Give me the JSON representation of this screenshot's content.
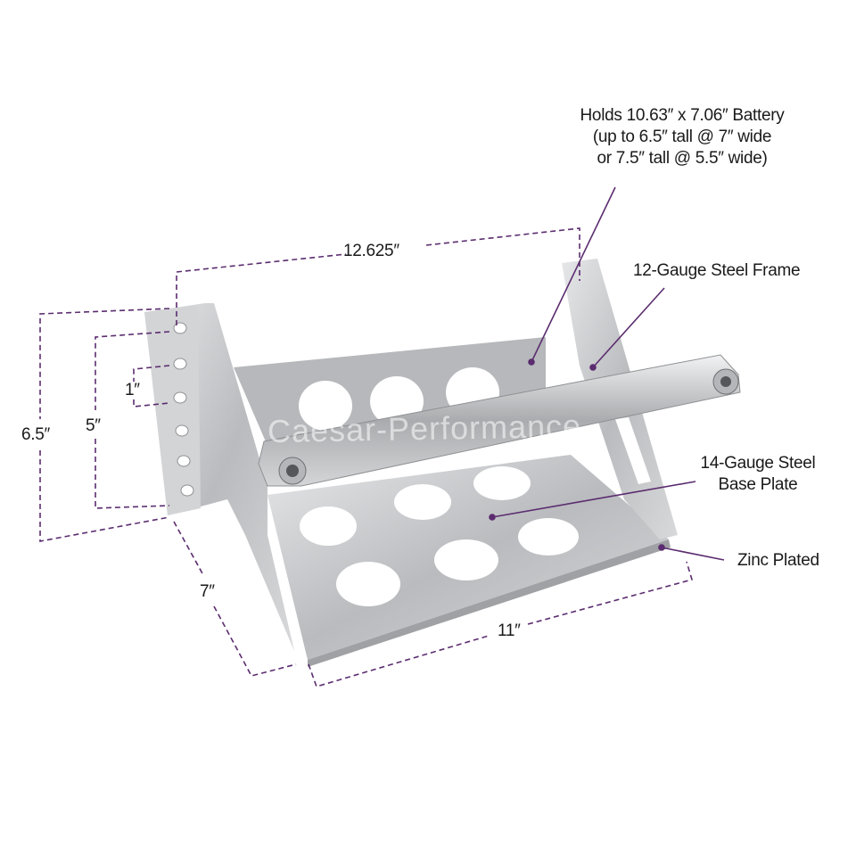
{
  "colors": {
    "dimension_line": "#5b2c6f",
    "metal": "#c9cacc",
    "text": "#1a1a1a"
  },
  "watermark": "Caesar-Performance",
  "dimensions": {
    "overall_length": "12.625″",
    "height": "6.5″",
    "hole_span": "5″",
    "hole_spacing": "1″",
    "depth": "7″",
    "base_length": "11″"
  },
  "callouts": {
    "battery": [
      "Holds 10.63″ x 7.06″ Battery",
      "(up to 6.5″ tall @ 7″ wide",
      "or 7.5″ tall @ 5.5″ wide)"
    ],
    "frame": "12-Gauge Steel Frame",
    "base": [
      "14-Gauge Steel",
      "Base Plate"
    ],
    "finish": "Zinc Plated"
  }
}
